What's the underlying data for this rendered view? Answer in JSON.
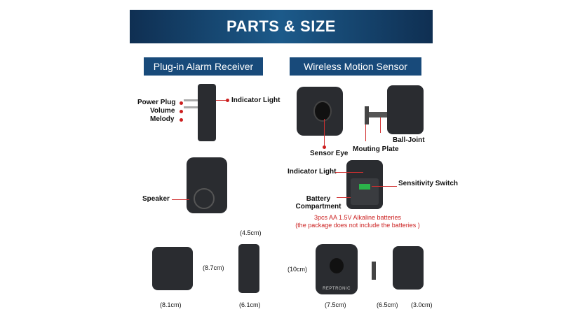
{
  "banner": {
    "title": "PARTS & SIZE"
  },
  "sections": {
    "receiver": "Plug-in Alarm Receiver",
    "sensor": "Wireless Motion Sensor"
  },
  "receiver_labels": {
    "power_plug": "Power Plug",
    "volume": "Volume",
    "melody": "Melody",
    "indicator": "Indicator Light",
    "speaker": "Speaker"
  },
  "sensor_labels": {
    "sensor_eye": "Sensor Eye",
    "ball_joint": "Ball-Joint",
    "mounting_plate": "Mouting Plate",
    "indicator": "Indicator Light",
    "sensitivity": "Sensitivity Switch",
    "battery": "Battery Compartment"
  },
  "battery_note": {
    "line1": "3pcs AA 1.5V Alkaline batteries",
    "line2": "(the package does not include the batteries )"
  },
  "dimensions": {
    "r_depth": "(4.5cm)",
    "r_height": "(8.7cm)",
    "r_width": "(8.1cm)",
    "r_side": "(6.1cm)",
    "s_height": "(10cm)",
    "s_width": "(7.5cm)",
    "s_depth": "(6.5cm)",
    "s_depth2": "(3.0cm)"
  },
  "brand": "REPTRONIC",
  "colors": {
    "banner": "#184a7a",
    "callout": "#cc1f1f"
  }
}
